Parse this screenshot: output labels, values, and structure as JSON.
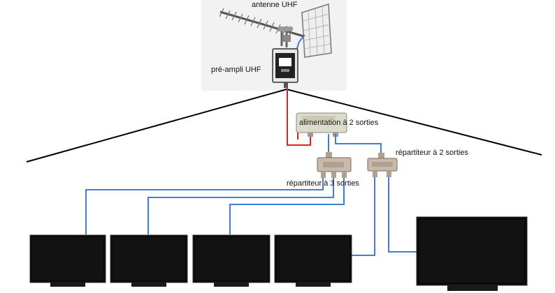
{
  "labels": {
    "antenna": "antenne UHF",
    "preamp": "pré-ampli UHF",
    "power_supply": "alimentation à 2 sorties",
    "splitter_2": "répartiteur à 2 sorties",
    "splitter_3": "répartiteur à 3 sorties"
  },
  "colors": {
    "coax_cable": "#3f7fd6",
    "power_cable": "#e02020",
    "ground_line": "#000000",
    "tv_body": "#0a0a0a",
    "tv_bezel": "#222222",
    "splitter_metal": "#c9b9ad",
    "psu_body": "#dcdccc"
  },
  "tv_count": 5
}
